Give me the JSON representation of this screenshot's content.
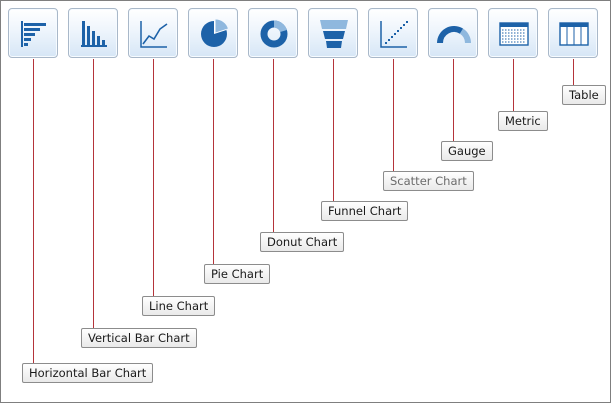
{
  "toolbar": {
    "buttons": [
      {
        "id": "horizontal-bar",
        "label": "Horizontal Bar Chart",
        "icon": "horizontal-bar-chart-icon"
      },
      {
        "id": "vertical-bar",
        "label": "Vertical Bar Chart",
        "icon": "vertical-bar-chart-icon"
      },
      {
        "id": "line",
        "label": "Line Chart",
        "icon": "line-chart-icon"
      },
      {
        "id": "pie",
        "label": "Pie Chart",
        "icon": "pie-chart-icon"
      },
      {
        "id": "donut",
        "label": "Donut Chart",
        "icon": "donut-chart-icon"
      },
      {
        "id": "funnel",
        "label": "Funnel Chart",
        "icon": "funnel-chart-icon"
      },
      {
        "id": "scatter",
        "label": "Scatter Chart",
        "icon": "scatter-chart-icon"
      },
      {
        "id": "gauge",
        "label": "Gauge",
        "icon": "gauge-icon"
      },
      {
        "id": "metric",
        "label": "Metric",
        "icon": "metric-icon"
      },
      {
        "id": "table",
        "label": "Table",
        "icon": "table-icon"
      }
    ]
  },
  "colors": {
    "icon_primary": "#1d62a8",
    "icon_light": "#8fb8de",
    "leader_line": "#b4343a",
    "button_border": "#a9b8c9"
  }
}
